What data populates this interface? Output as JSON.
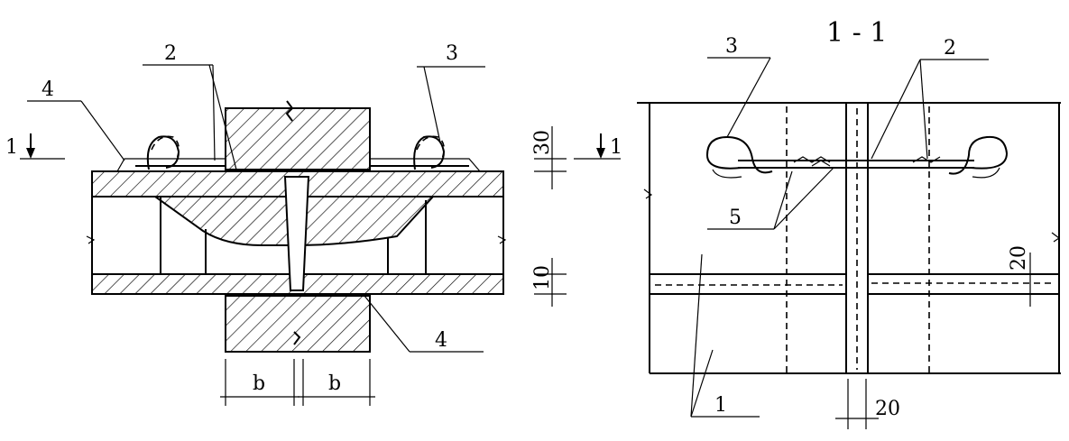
{
  "section_title": "1 - 1",
  "left_view": {
    "callouts": [
      "2",
      "3",
      "4",
      "4"
    ],
    "section_mark": "1",
    "section_mark_right": "1",
    "dim_top": "30",
    "dim_bottom": "10",
    "dim_width_left": "b",
    "dim_width_right": "b"
  },
  "right_view": {
    "callouts": [
      "3",
      "2",
      "5",
      "1"
    ],
    "dim_joint_vertical": "20",
    "dim_joint_horizontal": "20"
  }
}
